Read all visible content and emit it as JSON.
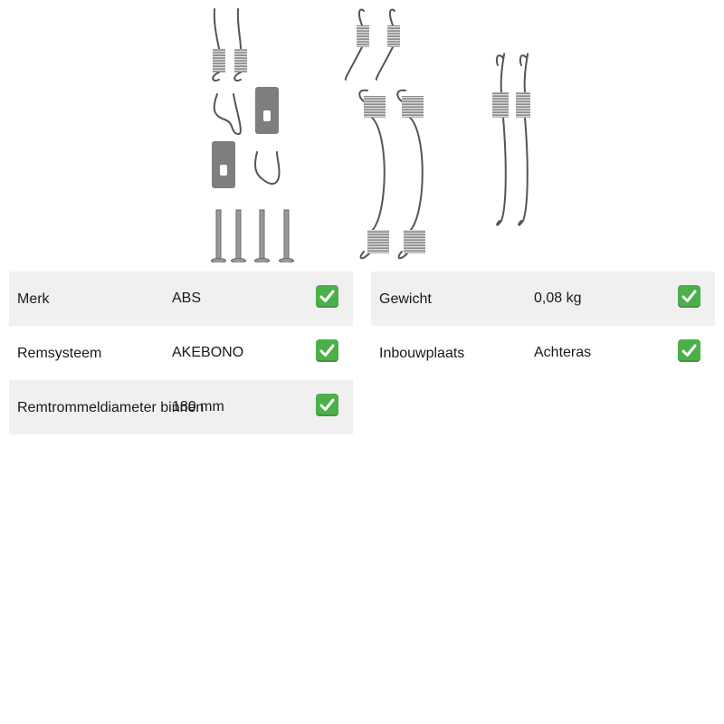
{
  "specs_left": [
    {
      "label": "Merk",
      "value": "ABS"
    },
    {
      "label": "Remsysteem",
      "value": "AKEBONO"
    },
    {
      "label": "Remtrommeldiameter binnen",
      "value": "180 mm"
    }
  ],
  "specs_right": [
    {
      "label": "Gewicht",
      "value": "0,08 kg"
    },
    {
      "label": "Inbouwplaats",
      "value": "Achteras"
    }
  ],
  "icons": {
    "check": "check-mark-button-icon",
    "product": "brake-shoe-accessory-kit-image"
  },
  "colors": {
    "row_shade": "#f0f0f0",
    "check_green": "#4cb04a"
  }
}
